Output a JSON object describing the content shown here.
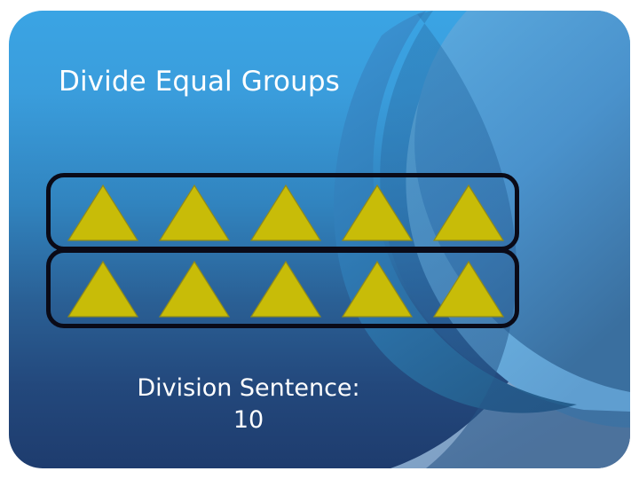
{
  "slide": {
    "title": "Divide Equal Groups",
    "background": {
      "top_color": "#3aa4e4",
      "mid_color": "#2a5f94",
      "bottom_color": "#1e3c6e",
      "swoosh_light_color": "#7cc8f0",
      "swoosh_mid_color": "#5aa9de",
      "swoosh_dark_color": "#2f7ab4",
      "swoosh_deep_color": "#2a5f94",
      "swoosh_pale_color": "#8fb2d4",
      "corner_radius": "38px"
    }
  },
  "groups": {
    "box_border_color": "#0a0a17",
    "counter_fill_color": "#c8bc08",
    "counter_edge_color": "#8e8a1c",
    "counter_shape": "triangle",
    "group_count": 2,
    "counters_per_group": 5,
    "total_counters": 10,
    "rows": [
      {
        "name": "group-1",
        "counters": [
          "triangle",
          "triangle",
          "triangle",
          "triangle",
          "triangle"
        ]
      },
      {
        "name": "group-2",
        "counters": [
          "triangle",
          "triangle",
          "triangle",
          "triangle",
          "triangle"
        ]
      }
    ]
  },
  "division_sentence": {
    "label": "Division Sentence:",
    "value": "10"
  }
}
